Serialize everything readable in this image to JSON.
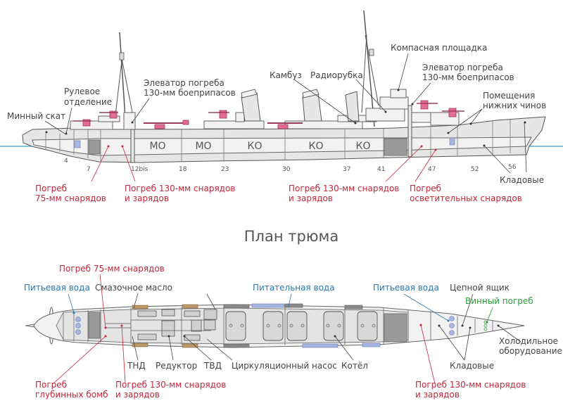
{
  "title": "План трюма",
  "side_labels": {
    "mine_chute": "Минный скат",
    "steering_1": "Рулевое",
    "steering_2": "отделение",
    "elevator_aft_1": "Элеватор погреба",
    "elevator_aft_2": "130-мм боеприпасов",
    "galley": "Камбуз",
    "radio_room": "Радиорубка",
    "compass_platform": "Компасная площадка",
    "elevator_fwd_1": "Элеватор погреба",
    "elevator_fwd_2": "130-мм боеприпасов",
    "lower_ranks_1": "Помещения",
    "lower_ranks_2": "нижних чинов",
    "storerooms": "Кладовые"
  },
  "side_red_labels": {
    "mag75_1": "Погреб",
    "mag75_2": "75-мм снарядов",
    "mag130_aft_1": "Погреб 130-мм снарядов",
    "mag130_aft_2": "и зарядов",
    "mag130_fwd_1": "Погреб 130-мм снарядов",
    "mag130_fwd_2": "и зарядов",
    "illum_1": "Погреб",
    "illum_2": "осветительных снарядов"
  },
  "compartments": {
    "mo1": "МО",
    "mo2": "МО",
    "ko1": "КО",
    "ko2": "КО",
    "ko3": "КО"
  },
  "frames": {
    "f4": "4",
    "f7": "7",
    "f12": "12bis",
    "f18": "18",
    "f23": "23",
    "f30": "30",
    "f37": "37",
    "f41": "41",
    "f47": "47",
    "f52": "52",
    "f56": "56"
  },
  "plan_labels": {
    "mag75": "Погреб 75-мм снарядов",
    "drinking_aft": "Питьевая вода",
    "lube_oil": "Смазочное масло",
    "feed_water": "Питательная вода",
    "drinking_fwd": "Питьевая вода",
    "chain_locker": "Цепной ящик",
    "wine_cellar": "Винный погреб",
    "refrig_1": "Холодильное",
    "refrig_2": "оборудование",
    "tnd": "ТНД",
    "reducer": "Редуктор",
    "tvd": "ТВД",
    "circ_pump": "Циркуляционный насос",
    "boiler": "Котёл",
    "storerooms": "Кладовые",
    "depth_1": "Погреб",
    "depth_2": "глубинных бомб",
    "mag130_aft_1": "Погреб 130-мм снарядов",
    "mag130_aft_2": "и зарядов",
    "mag130_fwd_1": "Погреб 130-мм снарядов",
    "mag130_fwd_2": "и зарядов"
  },
  "colors": {
    "magazine_red": "#c6263a",
    "water_blue": "#2a7ab0",
    "wine_green": "#2e9a3e",
    "gun_pink": "#e46b93",
    "waterline": "#2aa6c9"
  }
}
